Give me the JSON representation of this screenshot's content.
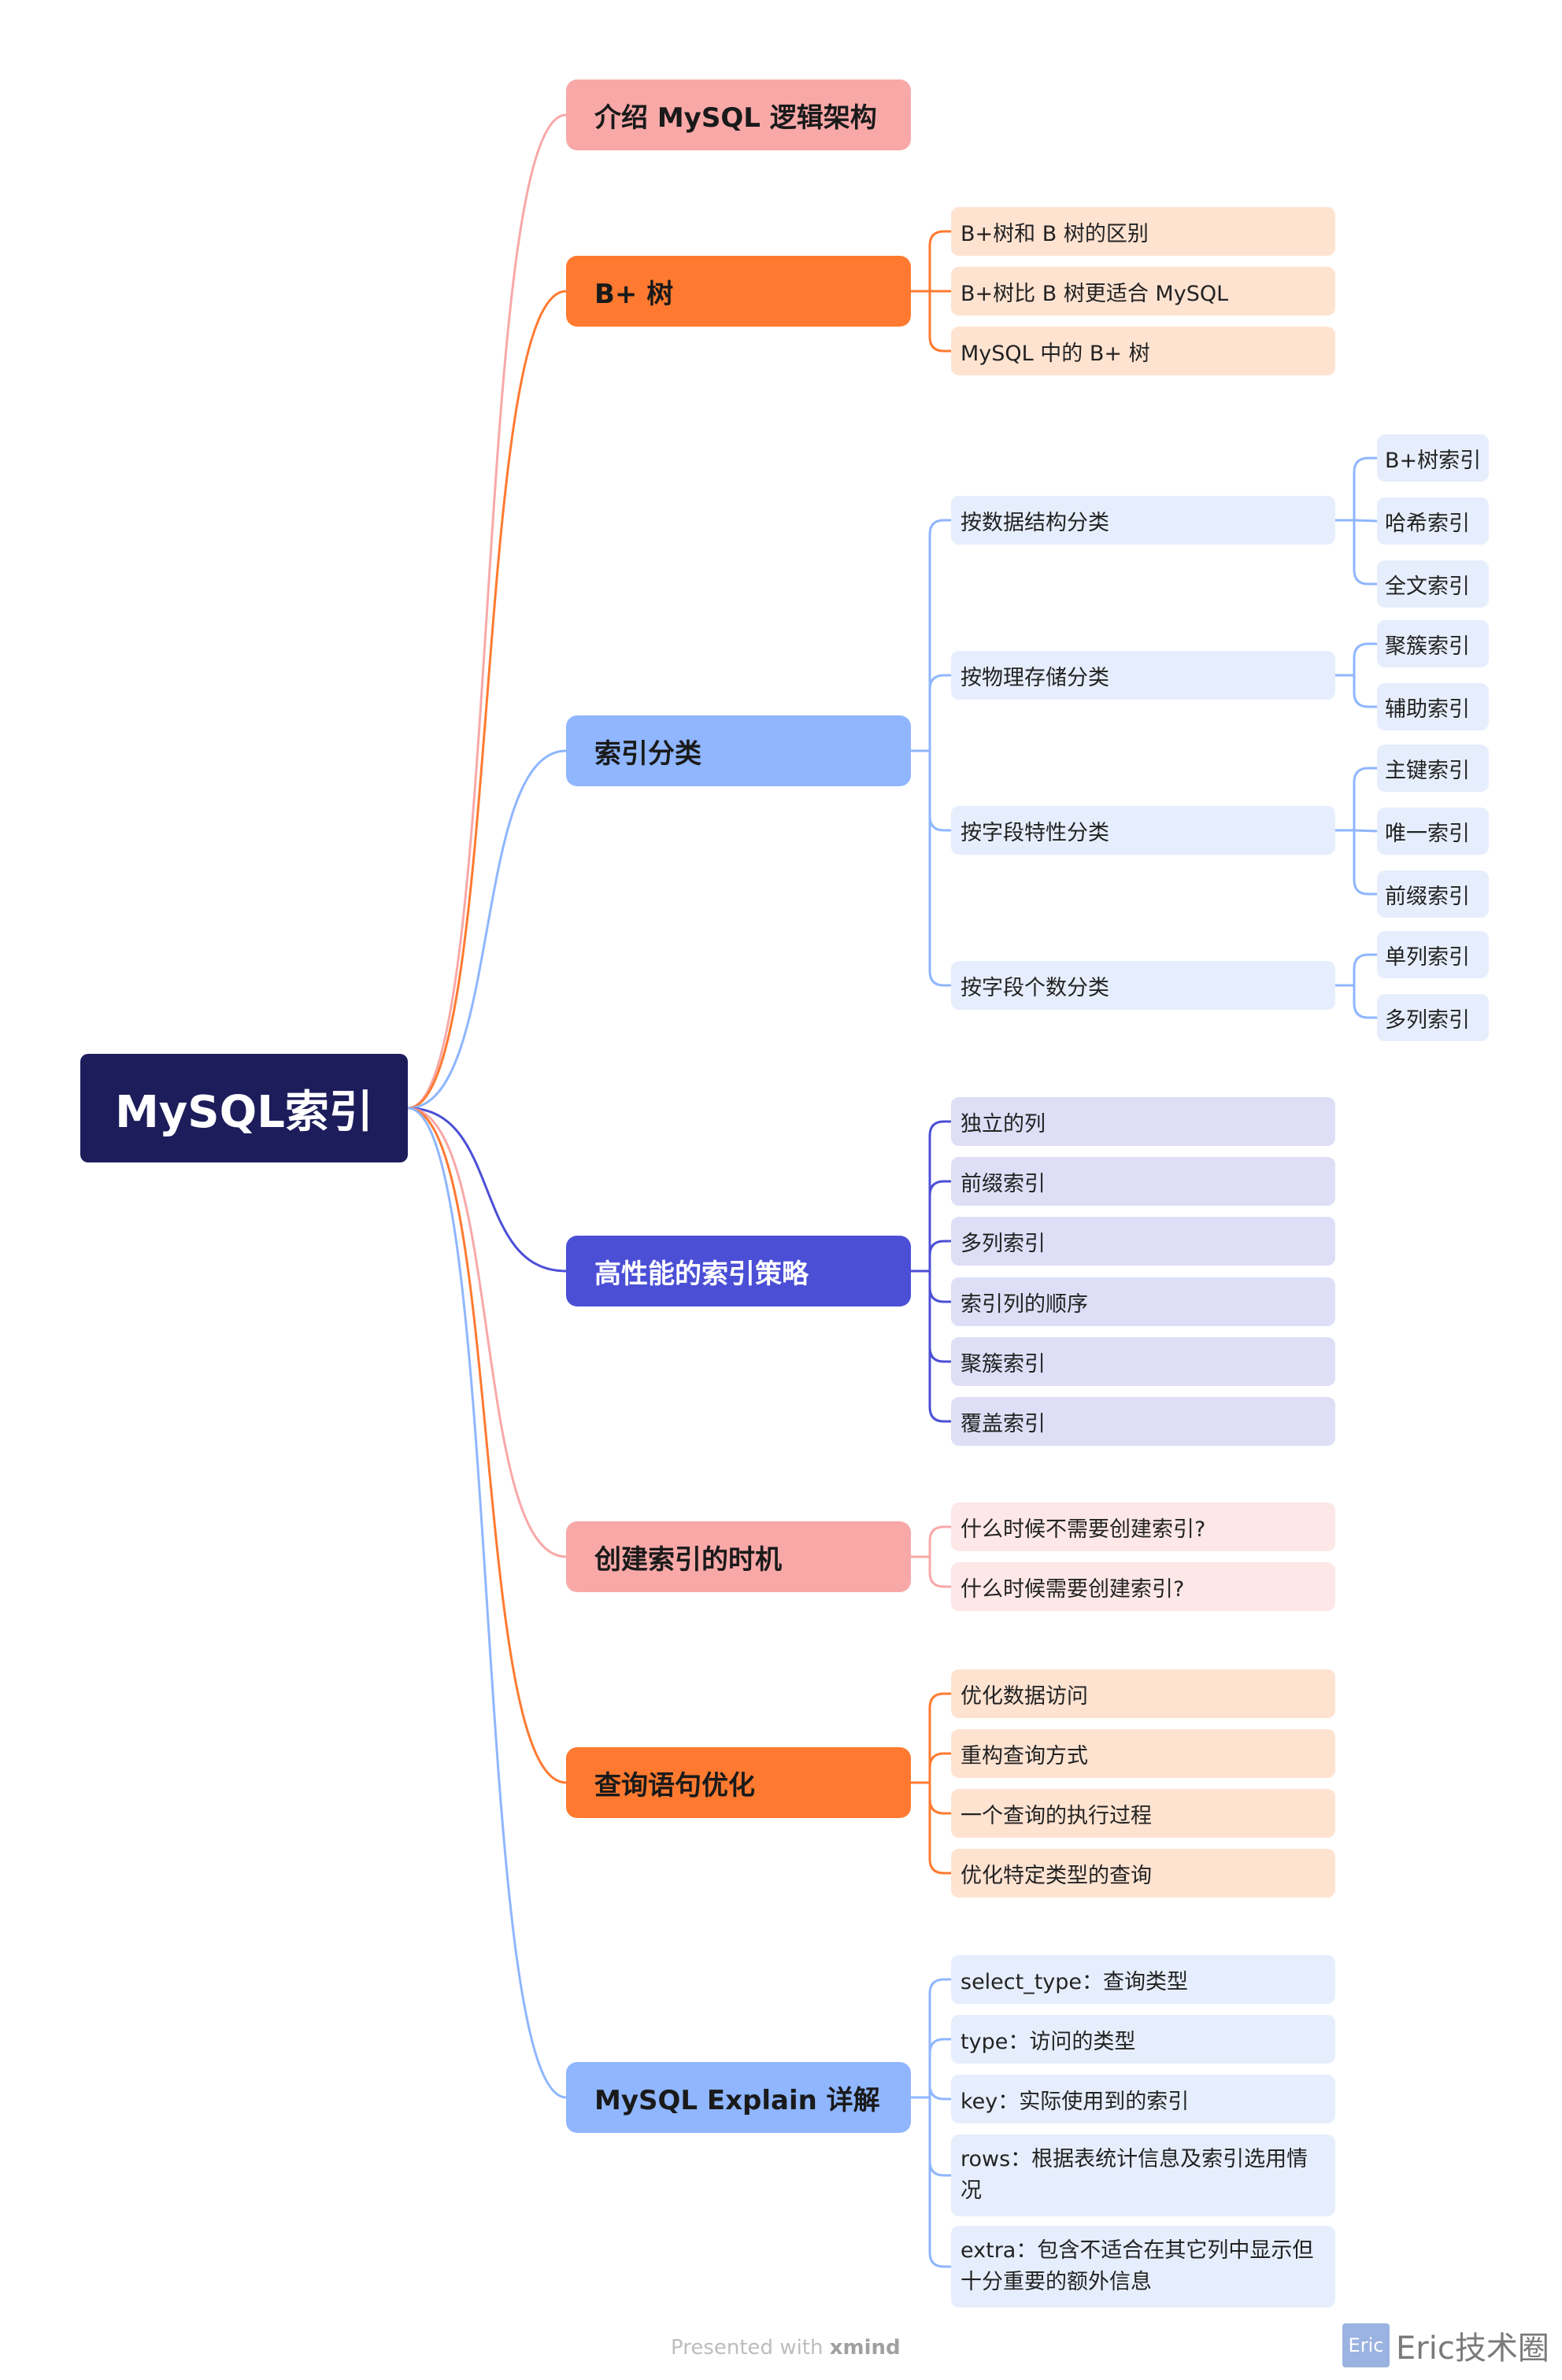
{
  "root": {
    "label": "MySQL索引"
  },
  "branches": [
    {
      "label": "介绍 MySQL 逻辑架构",
      "color": "#f9a8a8",
      "text_color": "#1a1a1a",
      "light": "#fde7e7",
      "children": []
    },
    {
      "label": "B+ 树",
      "color": "#ff7a30",
      "text_color": "#1a1a1a",
      "light": "#ffe3d1",
      "children": [
        {
          "label": "B+树和 B 树的区别"
        },
        {
          "label": "B+树比 B 树更适合 MySQL"
        },
        {
          "label": "MySQL 中的 B+ 树"
        }
      ]
    },
    {
      "label": "索引分类",
      "color": "#8fb6ff",
      "text_color": "#1a1a1a",
      "light": "#e6eefd",
      "children": [
        {
          "label": "按数据结构分类",
          "children": [
            {
              "label": "B+树索引"
            },
            {
              "label": "哈希索引"
            },
            {
              "label": "全文索引"
            }
          ]
        },
        {
          "label": "按物理存储分类",
          "children": [
            {
              "label": "聚簇索引"
            },
            {
              "label": "辅助索引"
            }
          ]
        },
        {
          "label": "按字段特性分类",
          "children": [
            {
              "label": "主键索引"
            },
            {
              "label": "唯一索引"
            },
            {
              "label": "前缀索引"
            }
          ]
        },
        {
          "label": "按字段个数分类",
          "children": [
            {
              "label": "单列索引"
            },
            {
              "label": "多列索引"
            }
          ]
        }
      ]
    },
    {
      "label": "高性能的索引策略",
      "color": "#4b4fd6",
      "text_color": "#ffffff",
      "light": "#dedff7",
      "children": [
        {
          "label": "独立的列"
        },
        {
          "label": "前缀索引"
        },
        {
          "label": "多列索引"
        },
        {
          "label": "索引列的顺序"
        },
        {
          "label": "聚簇索引"
        },
        {
          "label": "覆盖索引"
        }
      ]
    },
    {
      "label": "创建索引的时机",
      "color": "#f9a8a8",
      "text_color": "#1a1a1a",
      "light": "#fde7e7",
      "children": [
        {
          "label": "什么时候不需要创建索引?"
        },
        {
          "label": "什么时候需要创建索引?"
        }
      ]
    },
    {
      "label": "查询语句优化",
      "color": "#ff7a30",
      "text_color": "#1a1a1a",
      "light": "#ffe3d1",
      "children": [
        {
          "label": "优化数据访问"
        },
        {
          "label": "重构查询方式"
        },
        {
          "label": "一个查询的执行过程"
        },
        {
          "label": "优化特定类型的查询"
        }
      ]
    },
    {
      "label": "MySQL Explain 详解",
      "color": "#8fb6ff",
      "text_color": "#1a1a1a",
      "light": "#e6eefd",
      "children": [
        {
          "label": "select_type：查询类型"
        },
        {
          "label": "type：访问的类型"
        },
        {
          "label": "key：实际使用到的索引"
        },
        {
          "label": "rows：根据表统计信息及索引选用情况"
        },
        {
          "label": "extra：包含不适合在其它列中显示但十分重要的额外信息"
        }
      ]
    }
  ],
  "footer": {
    "prefix": "Presented with",
    "brand": "xmind"
  },
  "watermark": {
    "badge": "Eric",
    "text": "Eric技术圈"
  }
}
